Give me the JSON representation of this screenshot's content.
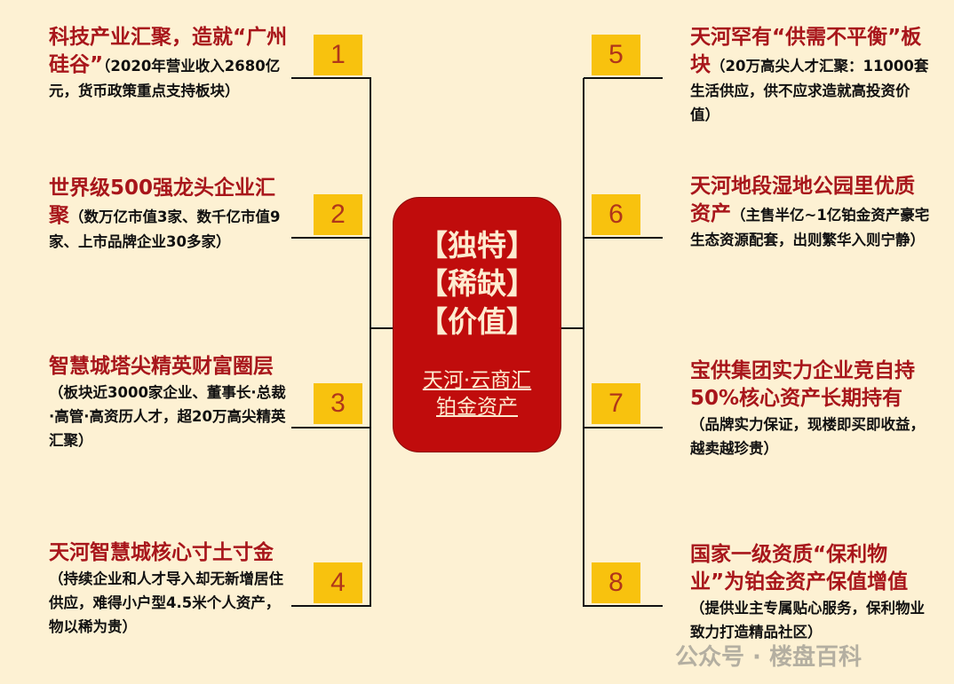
{
  "center": {
    "keywords": [
      "【独特】",
      "【稀缺】",
      "【价值】"
    ],
    "subtitle_line1": "天河·云商汇",
    "subtitle_line2": "铂金资产"
  },
  "items": [
    {
      "num": "1",
      "title": "科技产业汇聚，造就“广州硅谷”",
      "desc": "（2020年营业收入2680亿元，货币政策重点支持板块）"
    },
    {
      "num": "2",
      "title": "世界级500强龙头企业汇聚",
      "desc": "（数万亿市值3家、数千亿市值9家、上市品牌企业30多家）"
    },
    {
      "num": "3",
      "title": "智慧城塔尖精英财富圈层",
      "desc": "（板块近3000家企业、董事长·总裁·高管·高资历人才，超20万高尖精英汇聚）"
    },
    {
      "num": "4",
      "title": "天河智慧城核心寸土寸金",
      "desc": "（持续企业和人才导入却无新增居住供应，难得小户型4.5米个人资产，物以稀为贵）"
    },
    {
      "num": "5",
      "title": "天河罕有“供需不平衡”板块",
      "desc": "（20万高尖人才汇聚：11000套生活供应，供不应求造就高投资价值）"
    },
    {
      "num": "6",
      "title": "天河地段湿地公园里优质资产",
      "desc": "（主售半亿~1亿铂金资产豪宅生态资源配套，出则繁华入则宁静）"
    },
    {
      "num": "7",
      "title": "宝供集团实力企业竞自持50%核心资产长期持有",
      "desc": "（品牌实力保证，现楼即买即收益，越卖越珍贵）"
    },
    {
      "num": "8",
      "title": "国家一级资质“保利物业”为铂金资产保值增值",
      "desc": "（提供业主专属贴心服务，保利物业致力打造精品社区）"
    }
  ],
  "watermark": "公众号 · 楼盘百科",
  "colors": {
    "background": "#fdf1d3",
    "title_red": "#a8161b",
    "number_box": "#f8c20e",
    "center_box": "#c00c0c"
  }
}
